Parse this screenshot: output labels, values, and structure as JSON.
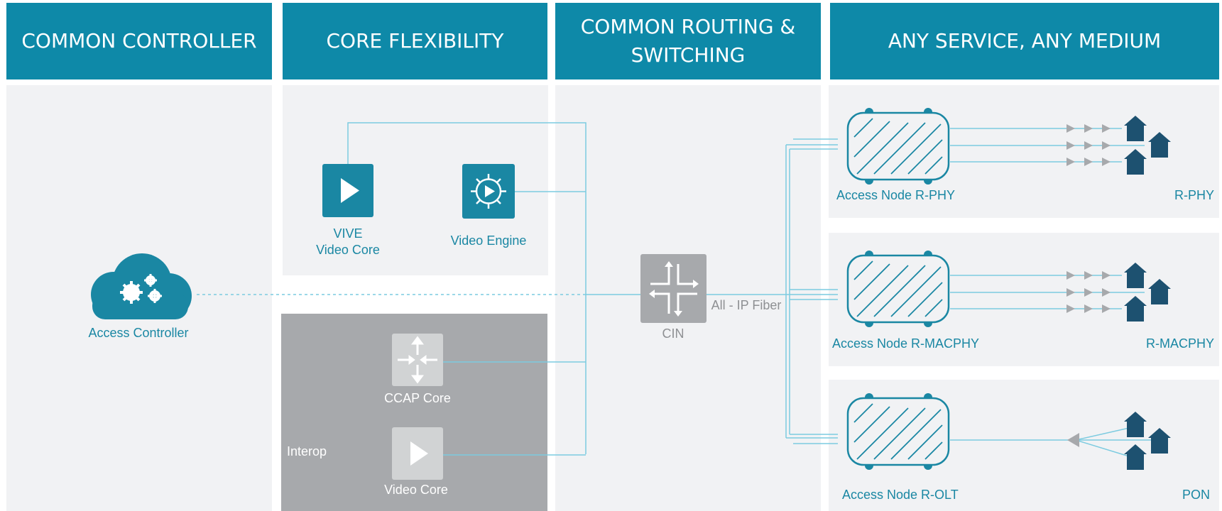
{
  "headers": {
    "controller": "COMMON CONTROLLER",
    "core": "CORE FLEXIBILITY",
    "routing_line1": "COMMON ROUTING &",
    "routing_line2": "SWITCHING",
    "service": "ANY SERVICE, ANY MEDIUM"
  },
  "controller": {
    "label": "Access Controller"
  },
  "core": {
    "vive_line1": "VIVE",
    "vive_line2": "Video Core",
    "video_engine": "Video Engine",
    "ccap": "CCAP Core",
    "video_core": "Video Core",
    "interop": "Interop"
  },
  "routing": {
    "cin": "CIN",
    "fiber": "All - IP Fiber"
  },
  "nodes": {
    "rphy": {
      "label": "Access Node R-PHY",
      "service": "R-PHY"
    },
    "rmacphy": {
      "label": "Access Node R-MACPHY",
      "service": "R-MACPHY"
    },
    "rolt": {
      "label": "Access Node R-OLT",
      "service": "PON"
    }
  },
  "colors": {
    "header": "#0e89a8",
    "panel": "#f1f2f4",
    "interop_panel": "#a7a9ac",
    "line": "#7ccbe0",
    "house": "#1d5170",
    "node_outline": "#1a87a3",
    "switch_gray": "#a7a9ac"
  }
}
